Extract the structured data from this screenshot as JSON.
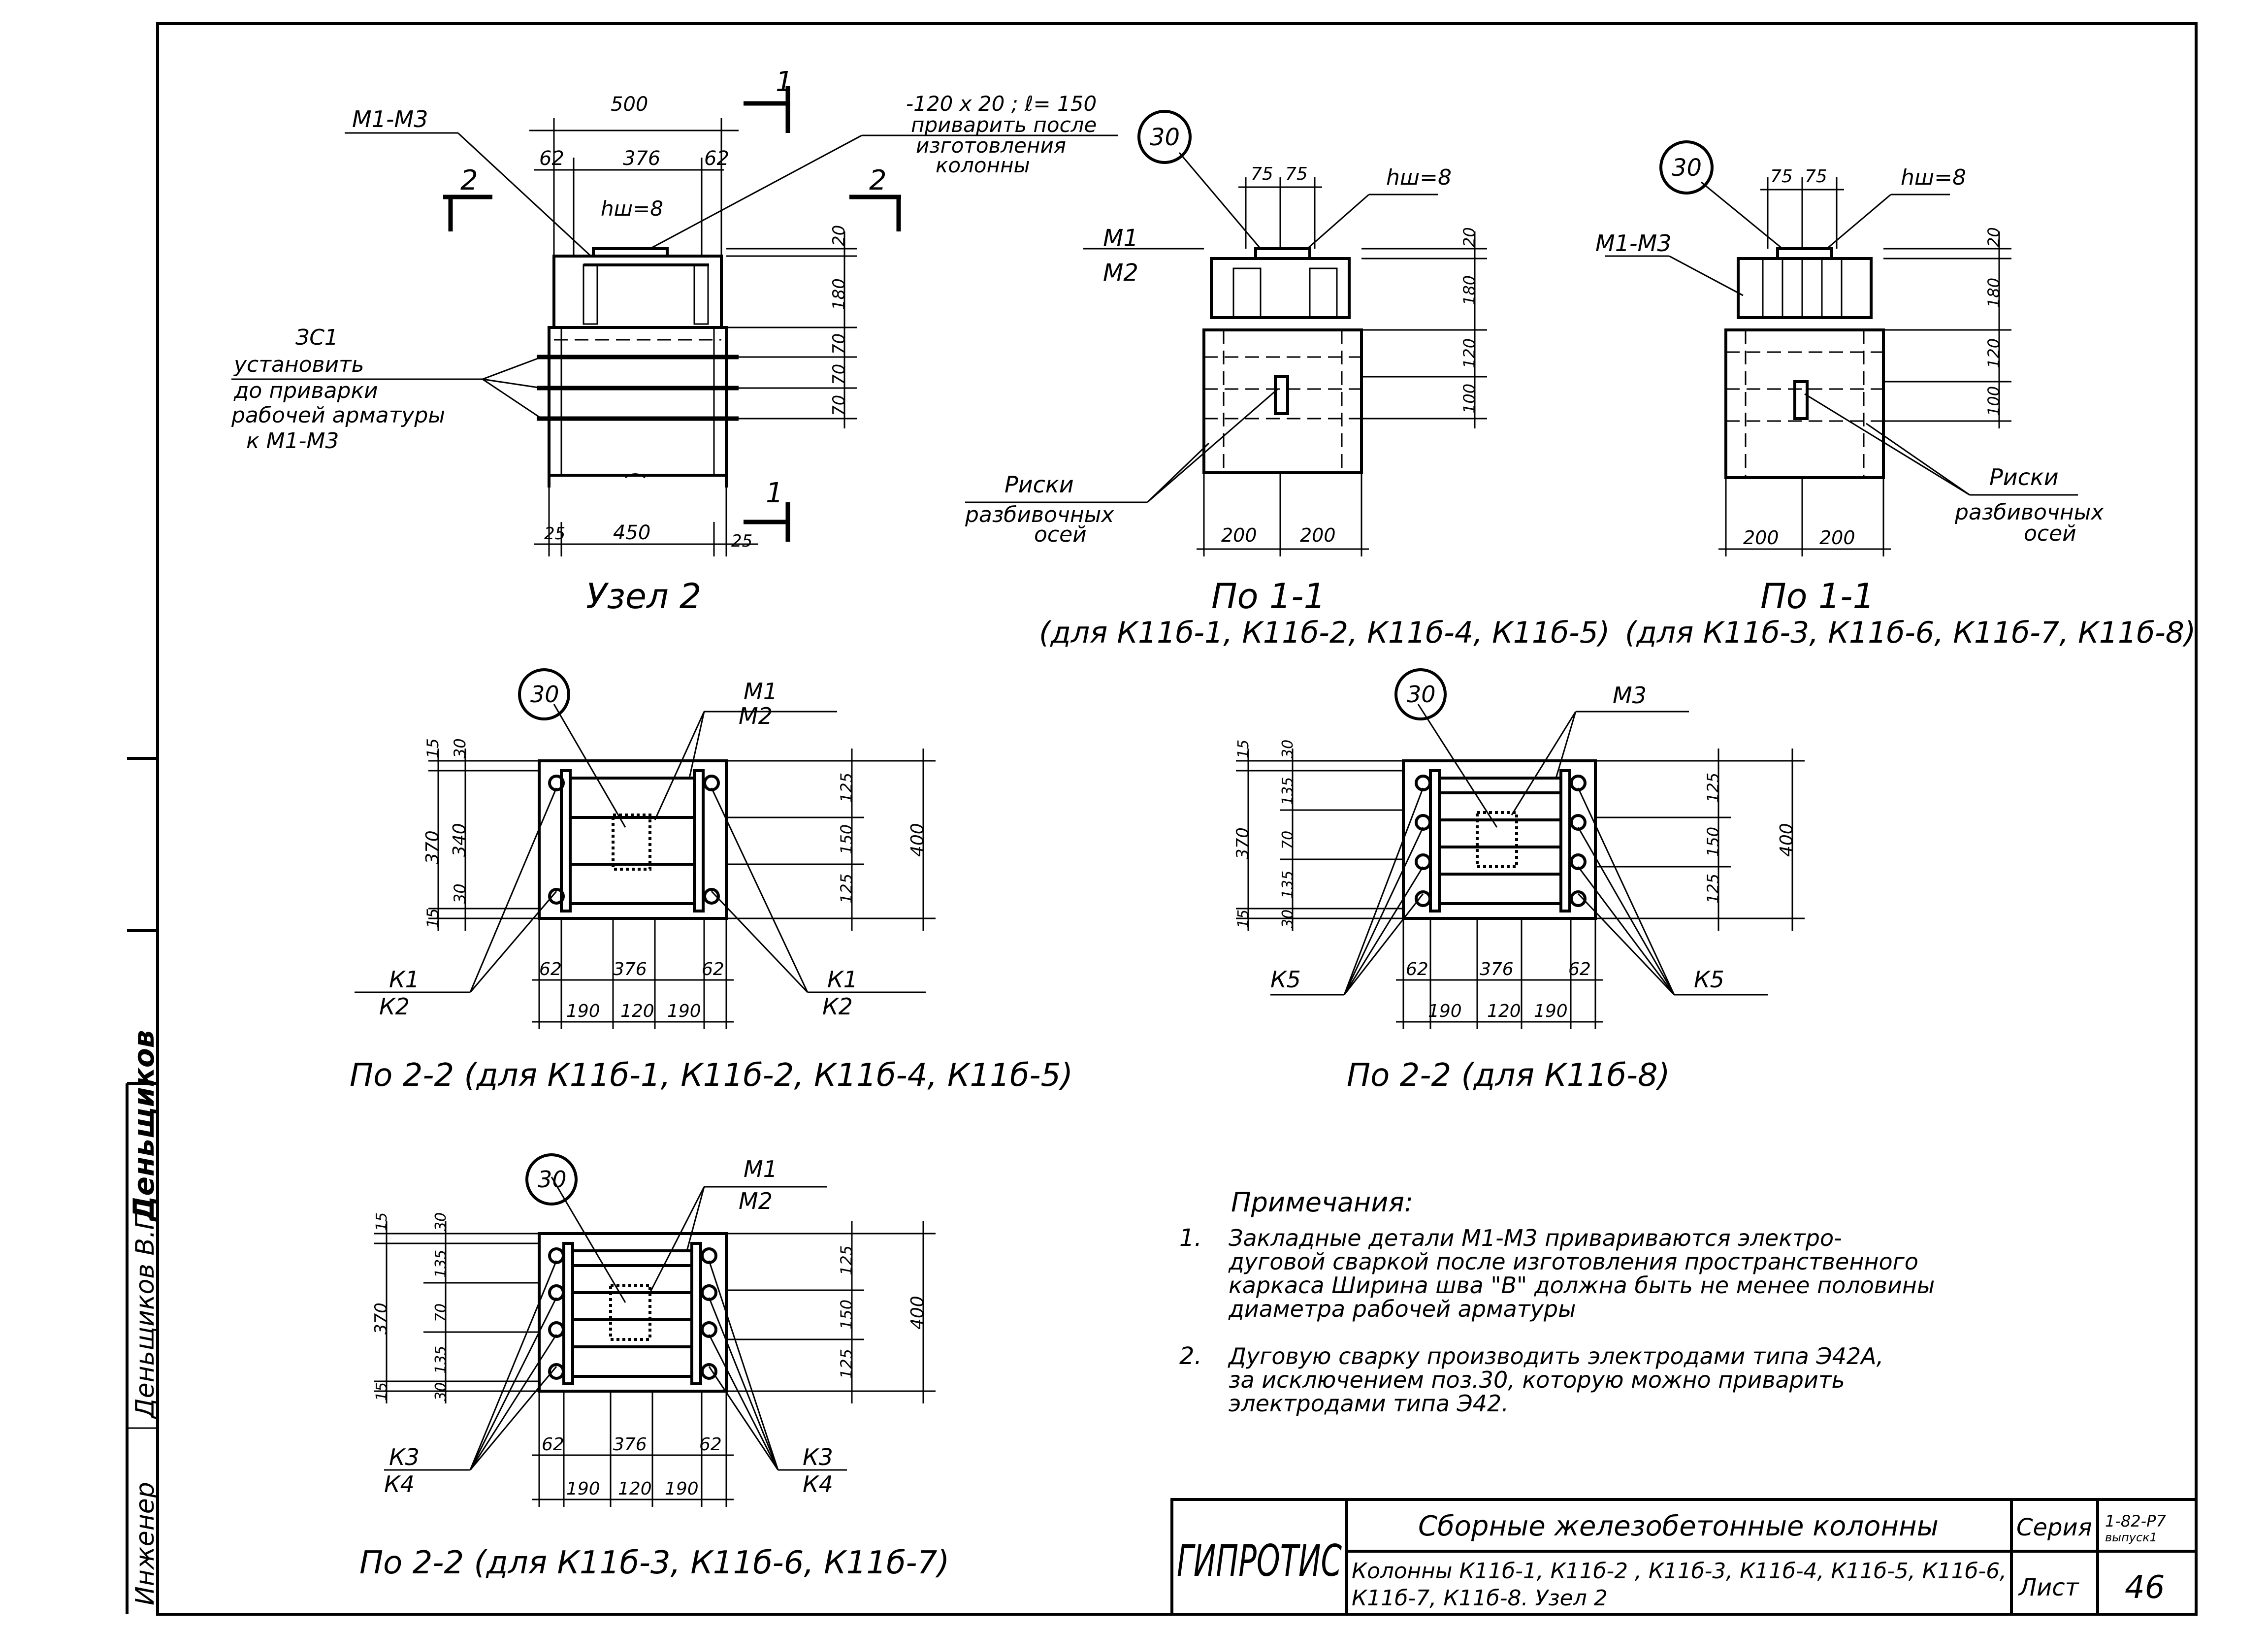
{
  "uzel2": {
    "title": "Узел 2",
    "mark_m": "М1-М3",
    "weld_note": [
      "-120 х 20 ;  ℓ= 150",
      "приварить после",
      "изготовления",
      "колонны"
    ],
    "weld_h": "hш=8",
    "section_label": "1",
    "section2_label": "2",
    "note_zs": [
      "ЗС1",
      "установить",
      "до приварки",
      "рабочей арматуры",
      "к   М1-М3"
    ],
    "dims_top": [
      "500",
      "62",
      "376",
      "62"
    ],
    "dims_right": [
      "20",
      "180",
      "70",
      "70",
      "70"
    ],
    "dims_bottom": [
      "25",
      "450",
      "25"
    ]
  },
  "view11a": {
    "title": "По 1-1",
    "subtitle": "(для К11б-1, К11б-2, К11б-4, К11б-5)",
    "pos": "30",
    "marks": [
      "М1",
      "М2"
    ],
    "weld_h": "hш=8",
    "dims_top": [
      "75",
      "75"
    ],
    "dims_right": [
      "20",
      "180",
      "120",
      "100"
    ],
    "dims_bottom": [
      "200",
      "200"
    ],
    "note": [
      "Риски",
      "разбивочных",
      "осей"
    ]
  },
  "view11b": {
    "title": "По 1-1",
    "subtitle": "(для К11б-3, К11б-6, К11б-7, К11б-8)",
    "pos": "30",
    "mark": "М1-М3",
    "weld_h": "hш=8",
    "dims_top": [
      "75",
      "75"
    ],
    "dims_right": [
      "20",
      "180",
      "120",
      "100"
    ],
    "dims_bottom": [
      "200",
      "200"
    ],
    "note": [
      "Риски",
      "разбивочных",
      "осей"
    ]
  },
  "view22a": {
    "title": "По 2-2 (для К11б-1, К11б-2, К11б-4, К11б-5)",
    "pos": "30",
    "marks": [
      "М1",
      "М2"
    ],
    "marks_k": [
      "К1",
      "К2"
    ],
    "dims_left": [
      "15",
      "30",
      "370",
      "340",
      "30",
      "15"
    ],
    "dims_right": [
      "125",
      "150",
      "125",
      "400"
    ],
    "dims_bottom1": [
      "62",
      "376",
      "62"
    ],
    "dims_bottom2": [
      "190",
      "120",
      "190"
    ]
  },
  "view22b": {
    "title": "По 2-2  (для  К11б-8)",
    "pos": "30",
    "mark": "М3",
    "mark_k": "К5",
    "dims_left": [
      "15",
      "30",
      "135",
      "70",
      "135",
      "30",
      "15",
      "370"
    ],
    "dims_right": [
      "125",
      "150",
      "125",
      "400"
    ],
    "dims_bottom1": [
      "62",
      "376",
      "62"
    ],
    "dims_bottom2": [
      "190",
      "120",
      "190"
    ]
  },
  "view22c": {
    "title": "По 2-2  (для К11б-3, К11б-6, К11б-7)",
    "pos": "30",
    "marks": [
      "М1",
      "М2"
    ],
    "marks_k": [
      "К3",
      "К4"
    ],
    "dims_left": [
      "15",
      "30",
      "135",
      "70",
      "135",
      "30",
      "15",
      "370"
    ],
    "dims_right": [
      "125",
      "150",
      "125",
      "400"
    ],
    "dims_bottom1": [
      "62",
      "376",
      "62"
    ],
    "dims_bottom2": [
      "190",
      "120",
      "190"
    ]
  },
  "notes": {
    "heading": "Примечания:",
    "n1_num": "1.",
    "n1": [
      "Закладные   детали  М1-М3  привариваются  электро-",
      "дуговой  сваркой  после  изготовления  пространственного",
      "каркаса  Ширина  шва  \"В\" должна  быть  не  менее  половины",
      "диаметра  рабочей  арматуры"
    ],
    "n2_num": "2.",
    "n2": [
      "Дуговую  сварку   производить  электродами   типа   Э42А,",
      "за  исключением  поз.30, которую можно  приварить",
      "электродами  типа  Э42."
    ]
  },
  "stamp": {
    "org": "ГИПРОТИС",
    "title": "Сборные   железобетонные   колонны",
    "desc1": "Колонны К11б-1, К11б-2 , К11б-3, К11б-4, К11б-5, К11б-6,",
    "desc2": "К11б-7, К11б-8.      Узел  2",
    "series_label": "Серия",
    "series_value": "1-82-Р7",
    "issue": "выпуск1",
    "sheet_label": "Лист",
    "sheet_value": "46"
  },
  "side_stamp": {
    "role": "Инженер",
    "name": "Деньщиков В.П."
  }
}
